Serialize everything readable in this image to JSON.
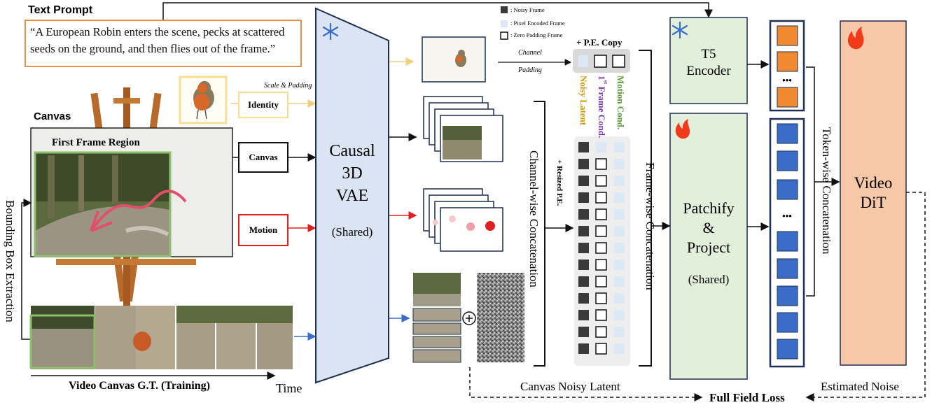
{
  "text_prompt": {
    "title": "Text Prompt",
    "text": "“A European Robin enters the scene, pecks at scattered seeds on the ground, and then flies out of the frame.”"
  },
  "canvas": {
    "title": "Canvas",
    "first_frame": "First Frame Region"
  },
  "scale_padding": "Scale & Padding",
  "inputs": {
    "identity": "Identity",
    "canvas": "Canvas",
    "motion": "Motion"
  },
  "bbox_extraction": "Bounding Box Extraction",
  "video_gt": "Video Canvas G.T. (Training)",
  "time": "Time",
  "vae": {
    "l1": "Causal",
    "l2": "3D",
    "l3": "VAE",
    "shared": "(Shared)"
  },
  "legend": {
    "noisy": ": Noisy Frame",
    "pixel": ": Pixel Encoded Frame",
    "zero": ": Zero Padding Frame"
  },
  "pe_copy": "+ P.E. Copy",
  "channel": "Channel",
  "padding": "Padding",
  "col_labels": {
    "noisy_latent": "Noisy Latent",
    "first_frame_sup": "st",
    "first_frame_pre": "1",
    "first_frame_post": " Frame Cond.",
    "motion": "Motion Cond."
  },
  "resized_pe": "+ Resized P.E.",
  "channel_concat": "Channel-wise  Concatenation",
  "frame_concat": "Frame-wise Concatenation",
  "t5": {
    "l1": "T5",
    "l2": "Encoder"
  },
  "patchify": {
    "l1": "Patchify",
    "l2": "&",
    "l3": "Project",
    "shared": "(Shared)"
  },
  "dots": "•••",
  "token_concat": "Token-wise Concatenation",
  "dit": {
    "l1": "Video",
    "l2": "DiT"
  },
  "canvas_noisy_latent": "Canvas Noisy Latent",
  "full_field_loss": "Full Field Loss",
  "estimated_noise": "Estimated Noise",
  "colors": {
    "orange": "#f08a30",
    "blue": "#3a6cc8",
    "green_fill": "#e2efda",
    "green_border": "#7aa85a",
    "vae_fill": "#dbe4f3",
    "dit_fill": "#f6c8a8",
    "red": "#e02020",
    "yellow": "#f5dc8a",
    "navy": "#1e2f4f"
  }
}
